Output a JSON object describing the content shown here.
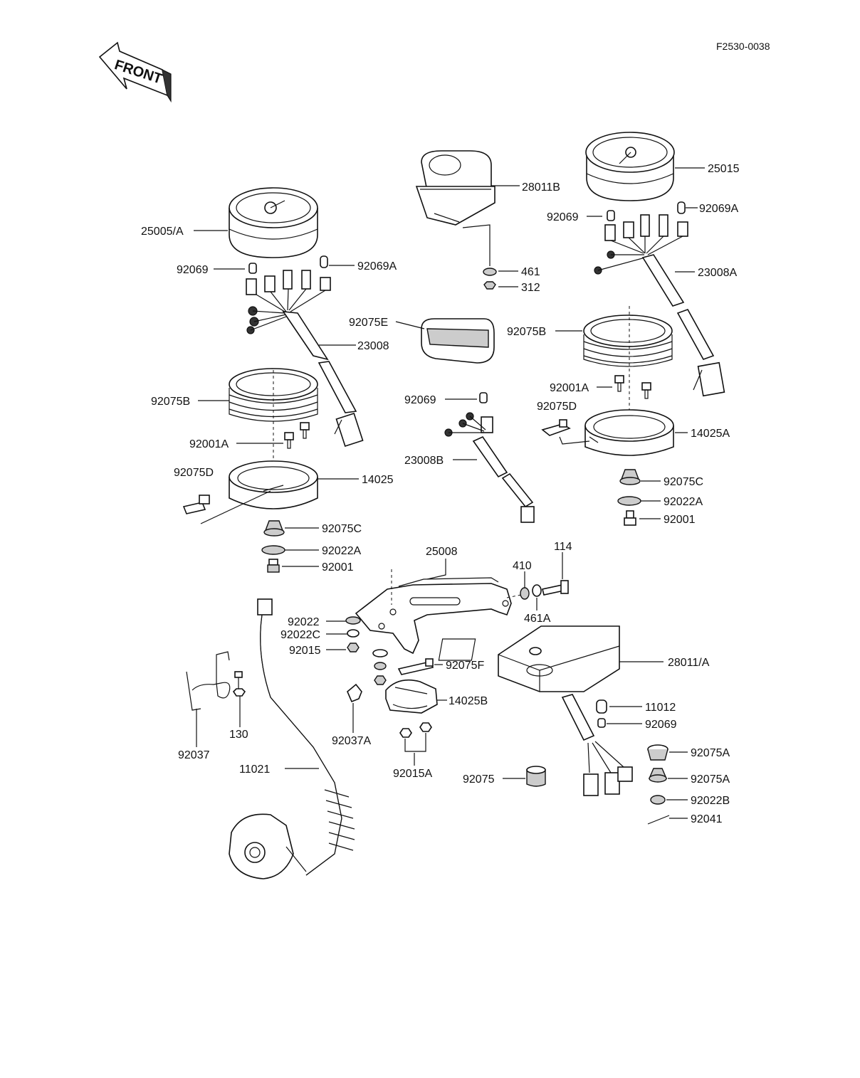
{
  "diagram_code": "F2530-0038",
  "front_label": "FRONT",
  "parts": {
    "p28011B": "28011B",
    "p25015": "25015",
    "p92069A_r": "92069A",
    "p92069_r": "92069",
    "p23008A": "23008A",
    "p461": "461",
    "p312": "312",
    "p25005A": "25005/A",
    "p92069_l": "92069",
    "p92069A_l": "92069A",
    "p92075E": "92075E",
    "p92075B_r": "92075B",
    "p23008": "23008",
    "p92001A_r": "92001A",
    "p92075D_r": "92075D",
    "p14025A": "14025A",
    "p92069_m": "92069",
    "p92075B_l": "92075B",
    "p92001A_l": "92001A",
    "p23008B": "23008B",
    "p92075C_r": "92075C",
    "p92022A_r": "92022A",
    "p92001_r": "92001",
    "p92075D_l": "92075D",
    "p14025": "14025",
    "p92075C_l": "92075C",
    "p25008": "25008",
    "p114": "114",
    "p92022A_l": "92022A",
    "p410": "410",
    "p92001_l": "92001",
    "p461A": "461A",
    "p92022": "92022",
    "p92022C": "92022C",
    "p92015": "92015",
    "p28011A": "28011/A",
    "p92075F": "92075F",
    "p14025B": "14025B",
    "p11012": "11012",
    "p92069_b": "92069",
    "p130": "130",
    "p92037A": "92037A",
    "p92075A_1": "92075A",
    "p92037": "92037",
    "p11021": "11021",
    "p92015A": "92015A",
    "p92075": "92075",
    "p92075A_2": "92075A",
    "p92022B": "92022B",
    "p92041": "92041"
  }
}
